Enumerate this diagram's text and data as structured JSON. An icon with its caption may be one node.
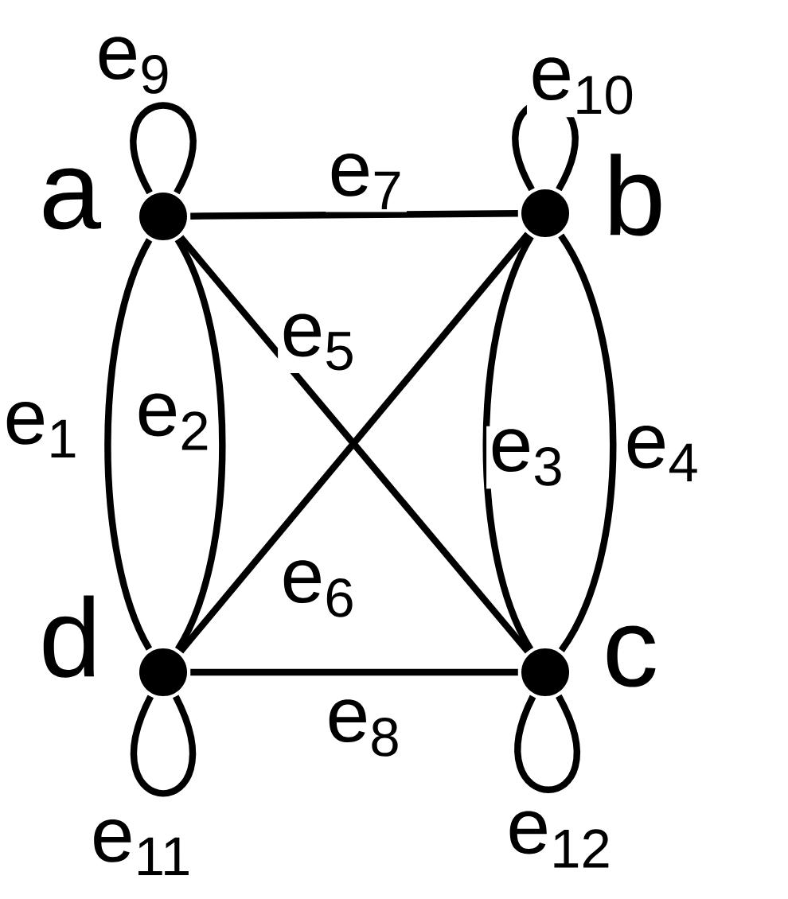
{
  "diagram": {
    "nodes": [
      {
        "text": [],
        "shape": "circle",
        "beside": [
          "a"
        ]
      },
      {
        "text": [],
        "shape": "circle",
        "beside": [
          "b"
        ]
      },
      {
        "text": [],
        "shape": "circle",
        "beside": [
          "c"
        ]
      },
      {
        "text": [],
        "shape": "circle",
        "beside": [
          "d"
        ]
      }
    ],
    "edges": [
      {
        "from": 0,
        "to": 3,
        "arrow": "none",
        "label": "e$_{1}$"
      },
      {
        "from": 0,
        "to": 3,
        "arrow": "none",
        "label": "e$_{2}$"
      },
      {
        "from": 1,
        "to": 2,
        "arrow": "none",
        "label": "e$_{3}$"
      },
      {
        "from": 1,
        "to": 2,
        "arrow": "none",
        "label": "e$_{4}$"
      },
      {
        "from": 0,
        "to": 2,
        "arrow": "none",
        "label": "e$_{5}$"
      },
      {
        "from": 1,
        "to": 3,
        "arrow": "none",
        "label": "e$_{6}$"
      },
      {
        "from": 0,
        "to": 1,
        "arrow": "none",
        "label": "e$_{7}$"
      },
      {
        "from": 3,
        "to": 2,
        "arrow": "none",
        "label": "e$_{8}$"
      },
      {
        "from": 0,
        "to": 0,
        "arrow": "none",
        "label": "e$_{9}$"
      },
      {
        "from": 1,
        "to": 1,
        "arrow": "none",
        "label": "e$_{10}$"
      },
      {
        "from": 3,
        "to": 3,
        "arrow": "none",
        "label": "e$_{11}$"
      },
      {
        "from": 2,
        "to": 2,
        "arrow": "none",
        "label": "e$_{12}$"
      }
    ]
  }
}
